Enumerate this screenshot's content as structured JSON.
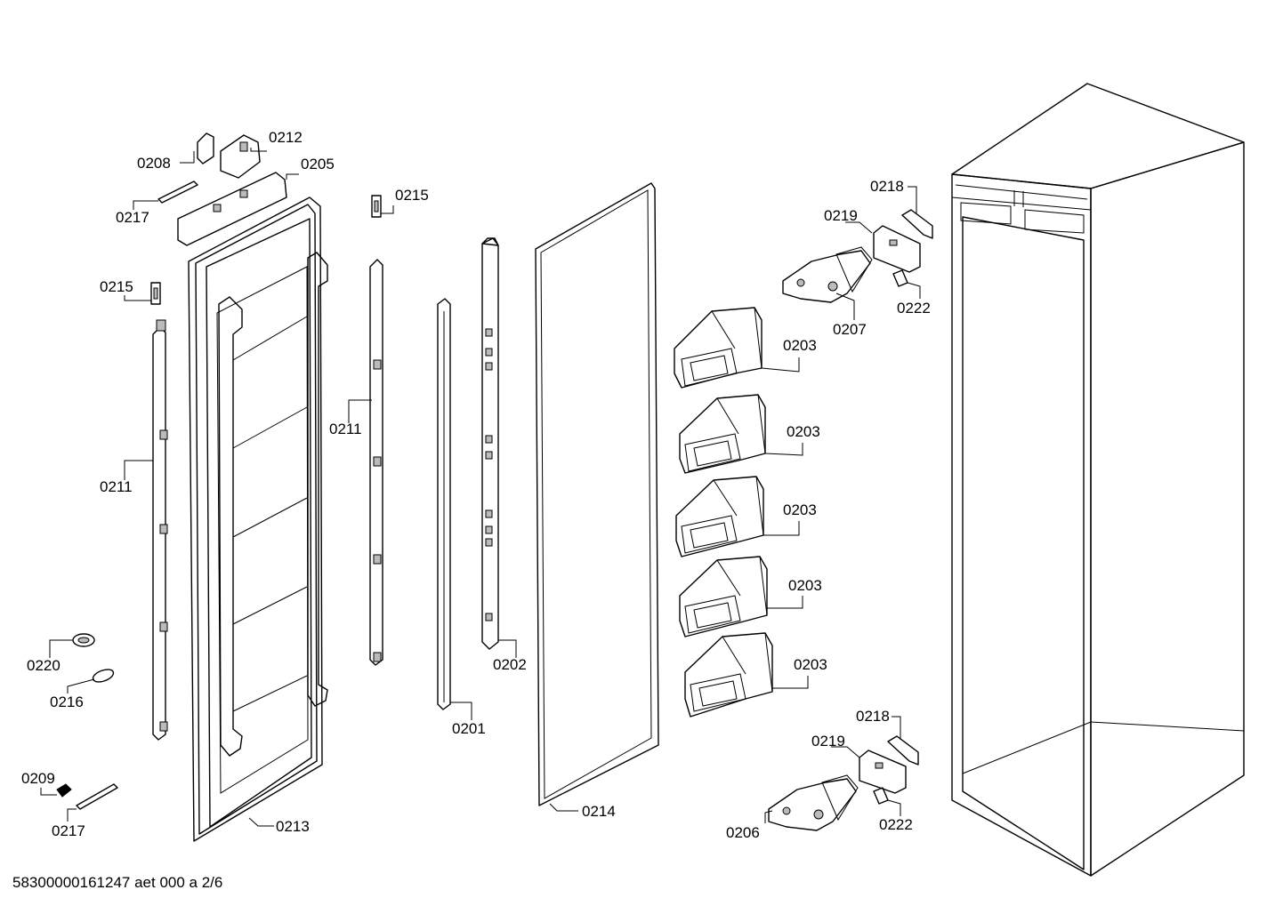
{
  "document_code": "58300000161247 aet 000 a 2/6",
  "callouts": {
    "c0208": "0208",
    "c0212": "0212",
    "c0205": "0205",
    "c0217a": "0217",
    "c0215a": "0215",
    "c0215b": "0215",
    "c0211a": "0211",
    "c0211b": "0211",
    "c0220": "0220",
    "c0216": "0216",
    "c0209": "0209",
    "c0217b": "0217",
    "c0213": "0213",
    "c0201": "0201",
    "c0202": "0202",
    "c0214": "0214",
    "c0203a": "0203",
    "c0203b": "0203",
    "c0203c": "0203",
    "c0203d": "0203",
    "c0203e": "0203",
    "c0218a": "0218",
    "c0219a": "0219",
    "c0207": "0207",
    "c0222a": "0222",
    "c0218b": "0218",
    "c0219b": "0219",
    "c0206": "0206",
    "c0222b": "0222"
  }
}
